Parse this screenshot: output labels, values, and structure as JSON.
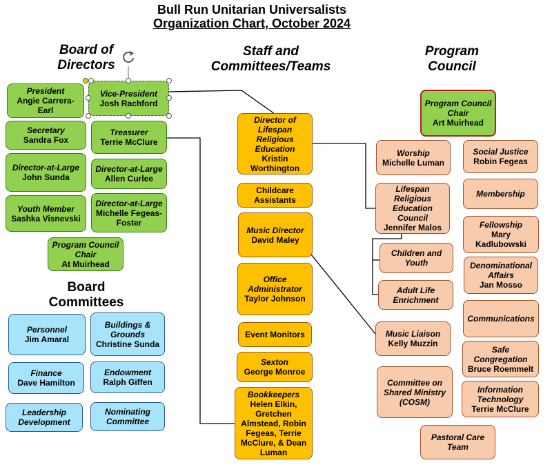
{
  "title": {
    "line1": "Bull Run Unitarian Universalists",
    "line2": "Organization Chart, October 2024"
  },
  "headings": {
    "board": "Board of Directors",
    "staff": "Staff and Committees/Teams",
    "program": "Program Council",
    "committees": "Board Committees"
  },
  "icons": {
    "rotate": "rotate-handle-icon"
  },
  "colors": {
    "board": "#92d050",
    "staff": "#ffc000",
    "program": "#f8cbad",
    "committees": "#a7e4fb"
  },
  "board": {
    "president": {
      "role": "President",
      "name": "Angie Carrera-Earl"
    },
    "vice_president": {
      "role": "Vice-President",
      "name": "Josh Rachford"
    },
    "secretary": {
      "role": "Secretary",
      "name": "Sandra Fox"
    },
    "treasurer": {
      "role": "Treasurer",
      "name": "Terrie McClure"
    },
    "dal1": {
      "role": "Director-at-Large",
      "name": "John Sunda"
    },
    "dal2": {
      "role": "Director-at-Large",
      "name": "Allen Curlee"
    },
    "youth": {
      "role": "Youth Member",
      "name": "Sashka Visnevski"
    },
    "dal3": {
      "role": "Director-at-Large",
      "name": "Michelle Fegeas-Foster"
    },
    "pcc": {
      "role": "Program Council Chair",
      "name": "At Muirhead"
    }
  },
  "committees": {
    "personnel": {
      "role": "Personnel",
      "name": "Jim Amaral"
    },
    "buildings": {
      "role": "Buildings & Grounds",
      "name": "Christine Sunda"
    },
    "finance": {
      "role": "Finance",
      "name": "Dave Hamilton"
    },
    "endowment": {
      "role": "Endowment",
      "name": "Ralph Giffen"
    },
    "leadership": {
      "role": "Leadership Development"
    },
    "nominating": {
      "role": "Nominating Committee"
    }
  },
  "staff": {
    "dlre": {
      "role": "Director of Lifespan Religious Education",
      "name": "Kristin Worthington"
    },
    "childcare": {
      "label": "Childcare Assistants"
    },
    "music": {
      "role": "Music Director",
      "name": "David Maley"
    },
    "office": {
      "role": "Office Administrator",
      "name": "Taylor Johnson"
    },
    "event": {
      "label": "Event Monitors"
    },
    "sexton": {
      "role": "Sexton",
      "name": "George Monroe"
    },
    "bookkeepers": {
      "role": "Bookkeepers",
      "name": "Helen Elkin, Gretchen Almstead, Robin Fegeas, Terrie McClure, & Dean Luman"
    }
  },
  "program": {
    "chair": {
      "role": "Program Council Chair",
      "name": "Art Muirhead"
    },
    "worship": {
      "role": "Worship",
      "name": "Michelle Luman"
    },
    "social": {
      "role": "Social Justice",
      "name": "Robin Fegeas"
    },
    "lrec": {
      "role": "Lifespan Religious Education Council",
      "name": "Jennifer Malos"
    },
    "membership": {
      "role": "Membership"
    },
    "fellowship": {
      "role": "Fellowship",
      "name": "Mary Kadlubowski"
    },
    "children": {
      "role": "Children and Youth"
    },
    "denominational": {
      "role": "Denominational Affairs",
      "name": "Jan Mosso"
    },
    "adult": {
      "role": "Adult Life Enrichment"
    },
    "communications": {
      "role": "Communications"
    },
    "music_liaison": {
      "role": "Music Liaison",
      "name": "Kelly Muzzin"
    },
    "safe": {
      "role": "Safe Congregation",
      "name": "Bruce Roemmelt"
    },
    "cosm": {
      "role": "Committee on Shared Ministry (COSM)"
    },
    "it": {
      "role": "Information Technology",
      "name": "Terrie McClure"
    },
    "pastoral": {
      "role": "Pastoral Care Team"
    }
  }
}
